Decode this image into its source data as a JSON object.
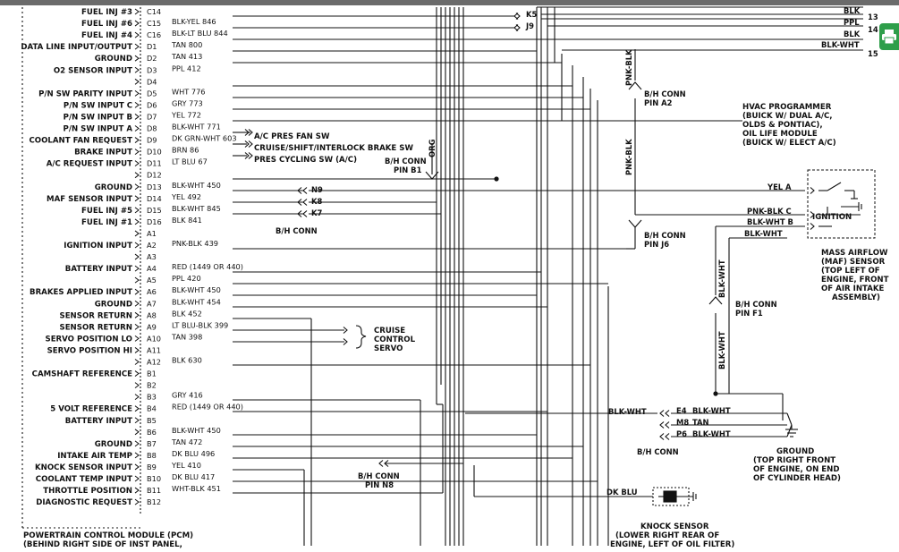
{
  "colors": {
    "ink": "#111111",
    "paper": "#ffffff",
    "print_button": "#2e9e4a"
  },
  "icons": {
    "print": "printer-icon"
  },
  "pcm_rows": [
    {
      "label": "FUEL INJ #3",
      "pin": "C14",
      "wire": ""
    },
    {
      "label": "FUEL INJ #6",
      "pin": "C15",
      "wire": "BLK-YEL 846"
    },
    {
      "label": "FUEL INJ #4",
      "pin": "C16",
      "wire": "BLK-LT BLU 844"
    },
    {
      "label": "DATA LINE INPUT/OUTPUT",
      "pin": "D1",
      "wire": "TAN 800"
    },
    {
      "label": "GROUND",
      "pin": "D2",
      "wire": "TAN 413"
    },
    {
      "label": "O2 SENSOR INPUT",
      "pin": "D3",
      "wire": "PPL 412"
    },
    {
      "label": "",
      "pin": "D4",
      "wire": ""
    },
    {
      "label": "P/N SW PARITY INPUT",
      "pin": "D5",
      "wire": "WHT 776"
    },
    {
      "label": "P/N SW INPUT C",
      "pin": "D6",
      "wire": "GRY 773"
    },
    {
      "label": "P/N SW INPUT B",
      "pin": "D7",
      "wire": "YEL 772"
    },
    {
      "label": "P/N SW INPUT A",
      "pin": "D8",
      "wire": "BLK-WHT 771"
    },
    {
      "label": "COOLANT FAN REQUEST",
      "pin": "D9",
      "wire": "DK GRN-WHT 603"
    },
    {
      "label": "BRAKE INPUT",
      "pin": "D10",
      "wire": "BRN 86"
    },
    {
      "label": "A/C REQUEST INPUT",
      "pin": "D11",
      "wire": "LT BLU 67"
    },
    {
      "label": "",
      "pin": "D12",
      "wire": ""
    },
    {
      "label": "GROUND",
      "pin": "D13",
      "wire": "BLK-WHT 450"
    },
    {
      "label": "MAF SENSOR INPUT",
      "pin": "D14",
      "wire": "YEL 492"
    },
    {
      "label": "FUEL INJ #5",
      "pin": "D15",
      "wire": "BLK-WHT 845"
    },
    {
      "label": "FUEL INJ #1",
      "pin": "D16",
      "wire": "BLK 841"
    },
    {
      "label": "",
      "pin": "A1",
      "wire": ""
    },
    {
      "label": "IGNITION INPUT",
      "pin": "A2",
      "wire": "PNK-BLK 439"
    },
    {
      "label": "",
      "pin": "A3",
      "wire": ""
    },
    {
      "label": "BATTERY INPUT",
      "pin": "A4",
      "wire": "RED (1449 OR 440)"
    },
    {
      "label": "",
      "pin": "A5",
      "wire": "PPL 420"
    },
    {
      "label": "BRAKES APPLIED INPUT",
      "pin": "A6",
      "wire": "BLK-WHT 450"
    },
    {
      "label": "GROUND",
      "pin": "A7",
      "wire": "BLK-WHT 454"
    },
    {
      "label": "SENSOR RETURN",
      "pin": "A8",
      "wire": "BLK 452"
    },
    {
      "label": "SENSOR RETURN",
      "pin": "A9",
      "wire": "LT BLU-BLK 399"
    },
    {
      "label": "SERVO POSITION LO",
      "pin": "A10",
      "wire": "TAN 398"
    },
    {
      "label": "SERVO POSITION HI",
      "pin": "A11",
      "wire": ""
    },
    {
      "label": "",
      "pin": "A12",
      "wire": "BLK 630"
    },
    {
      "label": "CAMSHAFT REFERENCE",
      "pin": "B1",
      "wire": ""
    },
    {
      "label": "",
      "pin": "B2",
      "wire": ""
    },
    {
      "label": "",
      "pin": "B3",
      "wire": "GRY 416"
    },
    {
      "label": "5 VOLT REFERENCE",
      "pin": "B4",
      "wire": "RED (1449 OR 440)"
    },
    {
      "label": "BATTERY INPUT",
      "pin": "B5",
      "wire": ""
    },
    {
      "label": "",
      "pin": "B6",
      "wire": "BLK-WHT 450"
    },
    {
      "label": "GROUND",
      "pin": "B7",
      "wire": "TAN 472"
    },
    {
      "label": "INTAKE AIR TEMP",
      "pin": "B8",
      "wire": "DK BLU 496"
    },
    {
      "label": "KNOCK SENSOR INPUT",
      "pin": "B9",
      "wire": "YEL 410"
    },
    {
      "label": "COOLANT TEMP INPUT",
      "pin": "B10",
      "wire": "DK BLU 417"
    },
    {
      "label": "THROTTLE POSITION",
      "pin": "B11",
      "wire": "WHT-BLK 451"
    },
    {
      "label": "DIAGNOSTIC REQUEST",
      "pin": "B12",
      "wire": ""
    }
  ],
  "pcm": {
    "title": "POWERTRAIN CONTROL MODULE (PCM)",
    "location": "(BEHIND RIGHT SIDE OF INST PANEL,"
  },
  "outputs": {
    "coolant_fan": "A/C PRES FAN SW",
    "brake": "CRUISE/SHIFT/INTERLOCK BRAKE SW",
    "ac": "PRES CYCLING SW (A/C)"
  },
  "inline_connectors": {
    "k5": "K5",
    "j9": "J9",
    "n9": "N9",
    "k8": "K8",
    "k7": "K7",
    "bh_conn": "B/H CONN"
  },
  "cruise_servo": {
    "line1": "CRUISE",
    "line2": "CONTROL",
    "line3": "SERVO"
  },
  "bh_pin_a2": {
    "line1": "B/H CONN",
    "line2": "PIN A2"
  },
  "bh_pin_b1": {
    "line1": "B/H CONN",
    "line2": "PIN B1"
  },
  "bh_pin_j6": {
    "line1": "B/H CONN",
    "line2": "PIN J6"
  },
  "bh_pin_f1": {
    "line1": "B/H CONN",
    "line2": "PIN F1"
  },
  "bh_pin_n8": {
    "line1": "B/H CONN",
    "line2": "PIN N8"
  },
  "vertical_wires": {
    "pnk_blk_1": "PNK-BLK",
    "pnk_blk_2": "PNK-BLK",
    "org": "ORG",
    "blk_wht_1": "BLK-WHT",
    "blk_wht_2": "BLK-WHT"
  },
  "hvac": {
    "line1": "HVAC PROGRAMMER",
    "line2": "(BUICK W/ DUAL A/C,",
    "line3": "OLDS & PONTIAC),",
    "line4": "OIL LIFE MODULE",
    "line5": "(BUICK W/ ELECT A/C)"
  },
  "top_right": {
    "wire1": "BLK",
    "wire2": "PPL",
    "wire3": "BLK",
    "wire4": "BLK-WHT",
    "num13": "13",
    "num14": "14",
    "num15": "15"
  },
  "ignition": {
    "label": "IGNITION",
    "yel_a": "YEL  A",
    "pnk_c": "PNK-BLK  C",
    "blkwht_b": "BLK-WHT  B",
    "blkwht": "BLK-WHT"
  },
  "maf": {
    "line1": "MASS AIRFLOW",
    "line2": "(MAF) SENSOR",
    "line3": "(TOP LEFT OF",
    "line4": "ENGINE, FRONT",
    "line5": "OF AIR INTAKE",
    "line6": "ASSEMBLY)"
  },
  "ground_conn": {
    "blk_wht_in": "BLK-WHT",
    "e4": "E4",
    "e4_wire": "BLK-WHT",
    "m8": "M8",
    "m8_wire": "TAN",
    "p6": "P6",
    "p6_wire": "BLK-WHT",
    "bh_conn": "B/H CONN"
  },
  "ground": {
    "line1": "GROUND",
    "line2": "(TOP RIGHT FRONT",
    "line3": "OF ENGINE, ON END",
    "line4": "OF CYLINDER HEAD)"
  },
  "knock": {
    "wire": "DK BLU",
    "line1": "KNOCK SENSOR",
    "line2": "(LOWER RIGHT REAR OF",
    "line3": "ENGINE, LEFT OF OIL FILTER)"
  }
}
